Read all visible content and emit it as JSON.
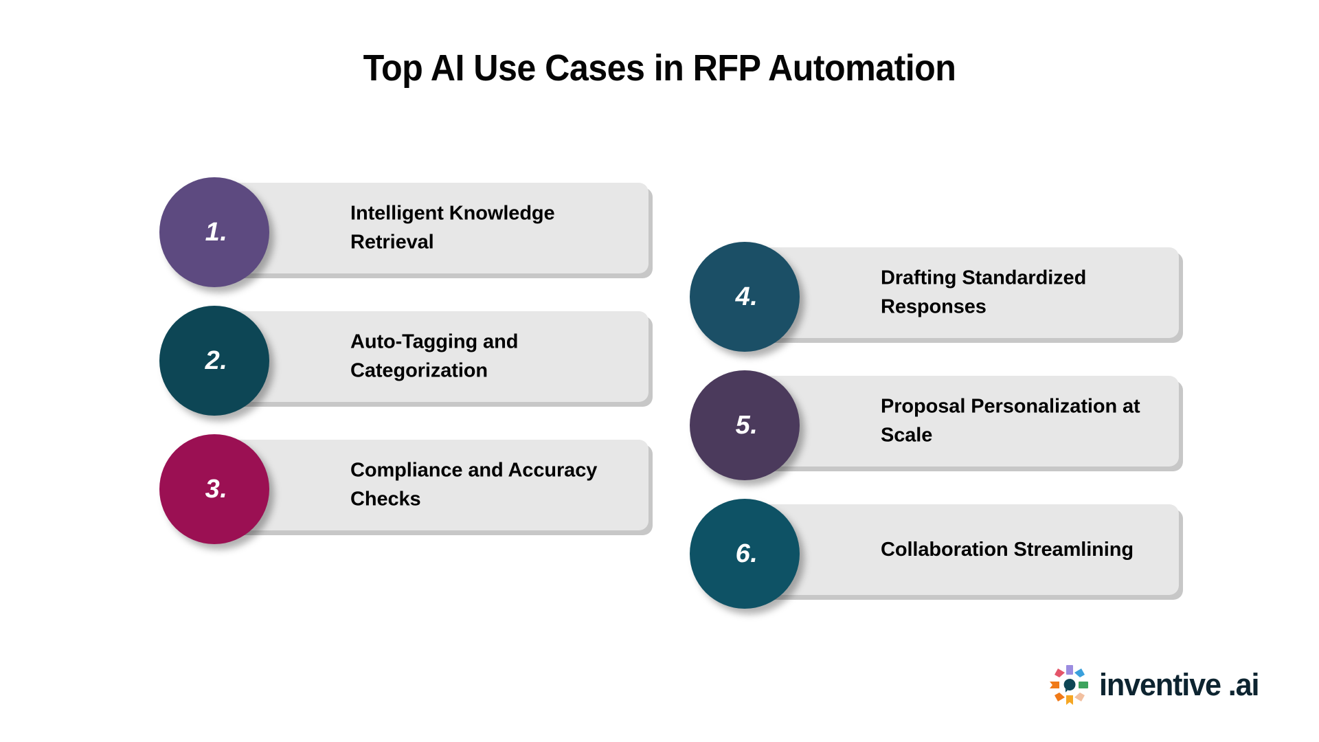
{
  "page": {
    "title": "Top AI Use Cases in RFP Automation",
    "background_color": "#ffffff",
    "card_color": "#e7e7e7",
    "text_color": "#000000"
  },
  "columns": {
    "left": [
      {
        "number": "1.",
        "label": "Intelligent Knowledge Retrieval",
        "color": "#5D4A80"
      },
      {
        "number": "2.",
        "label": "Auto-Tagging and Categorization",
        "color": "#0D4655"
      },
      {
        "number": "3.",
        "label": "Compliance and Accuracy Checks",
        "color": "#9B1053"
      }
    ],
    "right": [
      {
        "number": "4.",
        "label": "Drafting Standardized Responses",
        "color": "#1B4F66"
      },
      {
        "number": "5.",
        "label": "Proposal Personalization at Scale",
        "color": "#4B3A5C"
      },
      {
        "number": "6.",
        "label": "Collaboration Streamlining",
        "color": "#0E5265"
      }
    ]
  },
  "logo": {
    "text": "inventive .ai",
    "text_color": "#0d2430",
    "mark_colors": {
      "top": "#9b8ce0",
      "top_right": "#3aa0dc",
      "right": "#3da35d",
      "bottom_right": "#f2c0a0",
      "bottom": "#f5a623",
      "bottom_left": "#f07a18",
      "left": "#f07a18",
      "top_left": "#e4556a",
      "center": "#0d4655"
    }
  }
}
